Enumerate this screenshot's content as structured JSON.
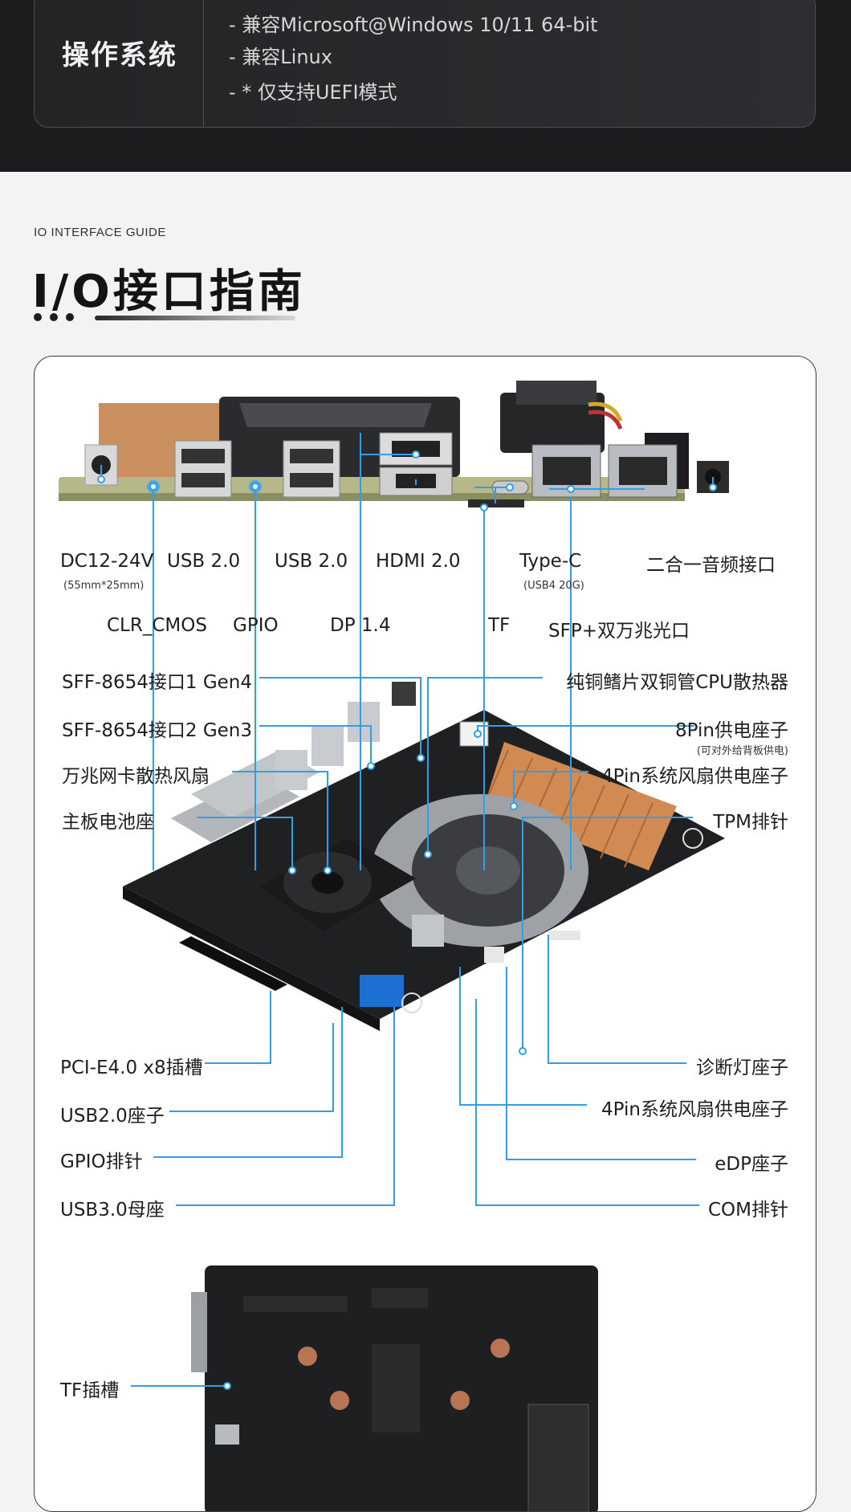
{
  "os": {
    "title": "操作系统",
    "items": [
      "- 兼容Microsoft@Windows 10/11 64-bit",
      "- 兼容Linux",
      "- * 仅支持UEFI模式"
    ]
  },
  "section": {
    "small": "IO INTERFACE GUIDE",
    "title": "I/O接口指南"
  },
  "colors": {
    "accent": "#2e9fe8",
    "dark": "#1b1c1e",
    "board": "#1f2022",
    "copper": "#d08a52"
  },
  "io": {
    "dc": "DC12-24V",
    "dc_note": "(55mm*25mm)",
    "usb2_a": "USB 2.0",
    "usb2_b": "USB 2.0",
    "hdmi": "HDMI 2.0",
    "typec": "Type-C",
    "typec_note": "(USB4 20G)",
    "audio": "二合一音频接口",
    "clr": "CLR_CMOS",
    "gpio": "GPIO",
    "dp": "DP 1.4",
    "tf": "TF",
    "sfp": "SFP+双万兆光口"
  },
  "board": {
    "sff1": "SFF-8654接口1 Gen4",
    "sff2": "SFF-8654接口2 Gen3",
    "fan10g": "万兆网卡散热风扇",
    "battery": "主板电池座",
    "cooler": "纯铜鳍片双铜管CPU散热器",
    "pin8": "8Pin供电座子",
    "pin8_note": "(可对外给背板供电)",
    "pin4a": "4Pin系统风扇供电座子",
    "tpm": "TPM排针",
    "pcie": "PCI-E4.0 x8插槽",
    "usb2hdr": "USB2.0座子",
    "gpiohdr": "GPIO排针",
    "usb3": "USB3.0母座",
    "diag": "诊断灯座子",
    "pin4b": "4Pin系统风扇供电座子",
    "edp": "eDP座子",
    "com": "COM排针"
  },
  "back": {
    "tf_slot": "TF插槽"
  }
}
